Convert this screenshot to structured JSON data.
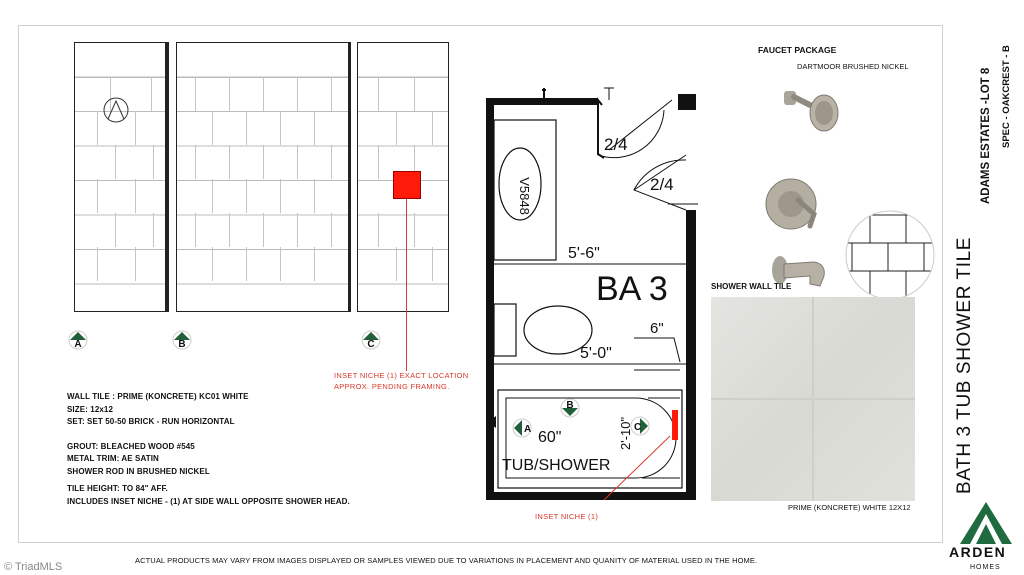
{
  "watermark": "© TriadMLS",
  "title": {
    "main": "BATH 3 TUB SHOWER TILE",
    "project": "ADAMS ESTATES -LOT 8",
    "spec": "SPEC - OAKCREST - B"
  },
  "faucet": {
    "heading": "FAUCET PACKAGE",
    "name": "DARTMOOR BRUSHED NICKEL"
  },
  "shower_tile": {
    "heading": "SHOWER WALL TILE",
    "caption": "PRIME (KONCRETE) WHITE 12X12"
  },
  "elevations": {
    "markers": [
      "A",
      "B",
      "C"
    ]
  },
  "niche_note": {
    "line1": "INSET NICHE (1) EXACT LOCATION",
    "line2": "APPROX. PENDING FRAMING."
  },
  "plan": {
    "room": "BA 3",
    "dim_a": "5'-6\"",
    "dim_b": "5'-0\"",
    "dim_c": "6\"",
    "door_1": "2/4",
    "door_2": "2/4",
    "sink": "V5848",
    "tub_size": "60\"",
    "tub_label": "TUB/SHOWER",
    "tub_dim": "2'-10\"",
    "niche_label": "INSET NICHE (1)",
    "markers": [
      "A",
      "B",
      "C"
    ]
  },
  "specs": {
    "wall_tile": "WALL TILE : PRIME (KONCRETE) KC01 WHITE",
    "size": "SIZE: 12x12",
    "set": "SET: SET 50-50 BRICK - RUN HORIZONTAL",
    "grout": "GROUT: BLEACHED WOOD #545",
    "metal_trim": "METAL TRIM: AE SATIN",
    "shower_rod": "SHOWER ROD IN BRUSHED NICKEL",
    "tile_height": "TILE HEIGHT: TO 84\" AFF.",
    "includes": "INCLUDES INSET NICHE - (1) AT SIDE WALL OPPOSITE SHOWER HEAD."
  },
  "disclaimer": "ACTUAL PRODUCTS MAY VARY FROM IMAGES DISPLAYED OR SAMPLES VIEWED DUE TO VARIATIONS IN PLACEMENT AND QUANITY OF MATERIAL USED IN THE HOME.",
  "logo": {
    "name": "ARDEN",
    "sub": "HOMES",
    "color": "#1f6b3f"
  },
  "colors": {
    "accent_red": "#d83a2b",
    "niche_red": "#ff1a0a",
    "marker_green": "#1f5f3a"
  }
}
